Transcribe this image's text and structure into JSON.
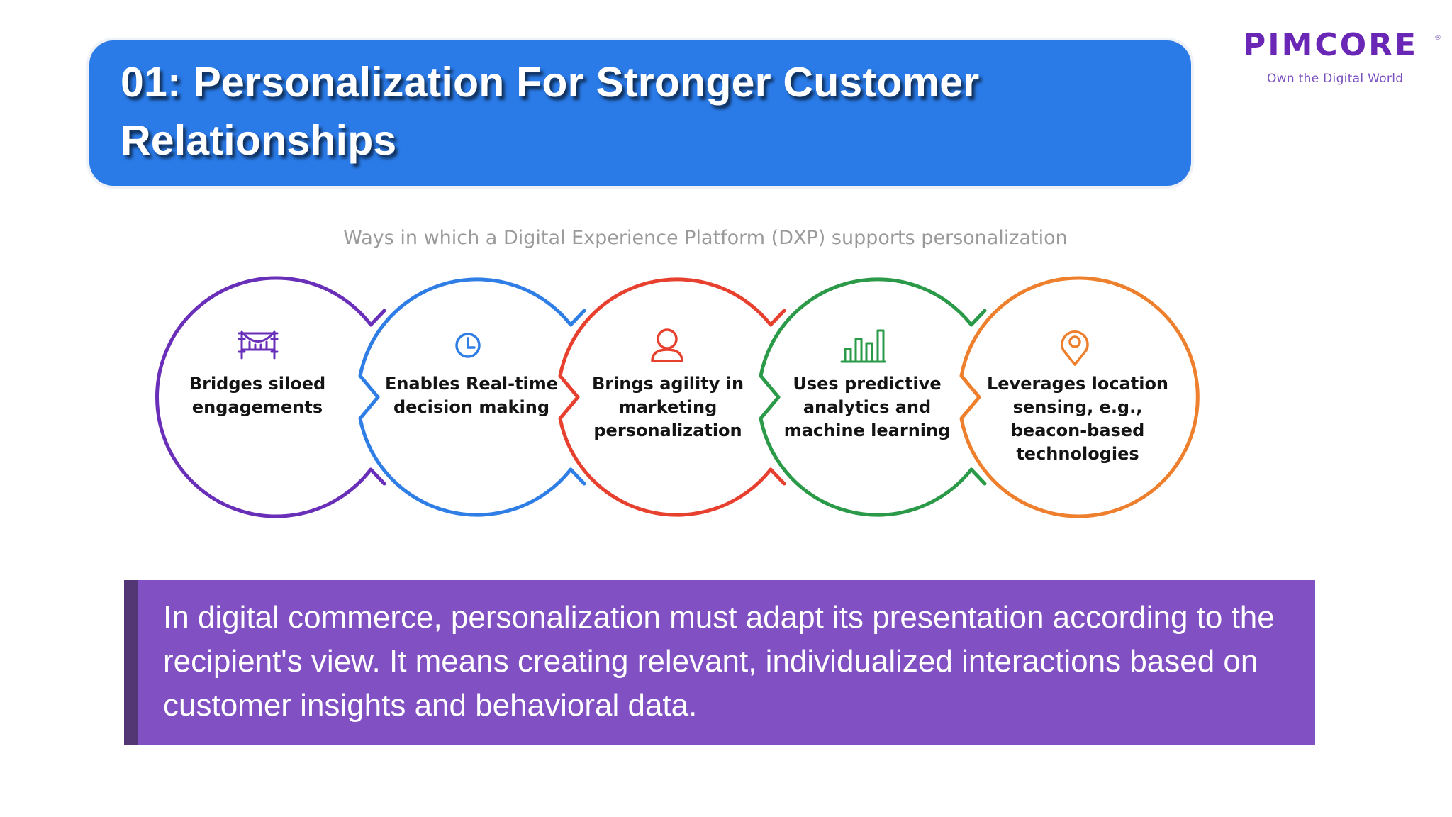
{
  "header": {
    "title": "01: Personalization For Stronger Customer Relationships",
    "banner_color": "#2a7be8"
  },
  "logo": {
    "wordmark": "PIMCORE",
    "registered": "®",
    "tagline": "Own the Digital World",
    "color": "#6a27b6"
  },
  "diagram": {
    "caption": "Ways in which a Digital Experience Platform (DXP) supports personalization",
    "steps": [
      {
        "label": "Bridges siloed engagements",
        "icon": "bridge-icon",
        "color": "#6a2fb8"
      },
      {
        "label": "Enables Real-time decision making",
        "icon": "clock-icon",
        "color": "#2f7ee6"
      },
      {
        "label": "Brings agility in marketing personalization",
        "icon": "user-icon",
        "color": "#e8402e"
      },
      {
        "label": "Uses predictive analytics and machine learning",
        "icon": "bar-chart-icon",
        "color": "#2a9a48"
      },
      {
        "label": "Leverages location sensing, e.g., beacon-based technologies",
        "icon": "location-pin-icon",
        "color": "#ee7f2d"
      }
    ]
  },
  "callout": {
    "text": "In digital commerce, personalization must adapt its presentation according to the recipient's view. It means creating relevant, individualized interactions based on customer insights and behavioral data.",
    "background": "#8150c2",
    "accent_bar": "#533775"
  }
}
